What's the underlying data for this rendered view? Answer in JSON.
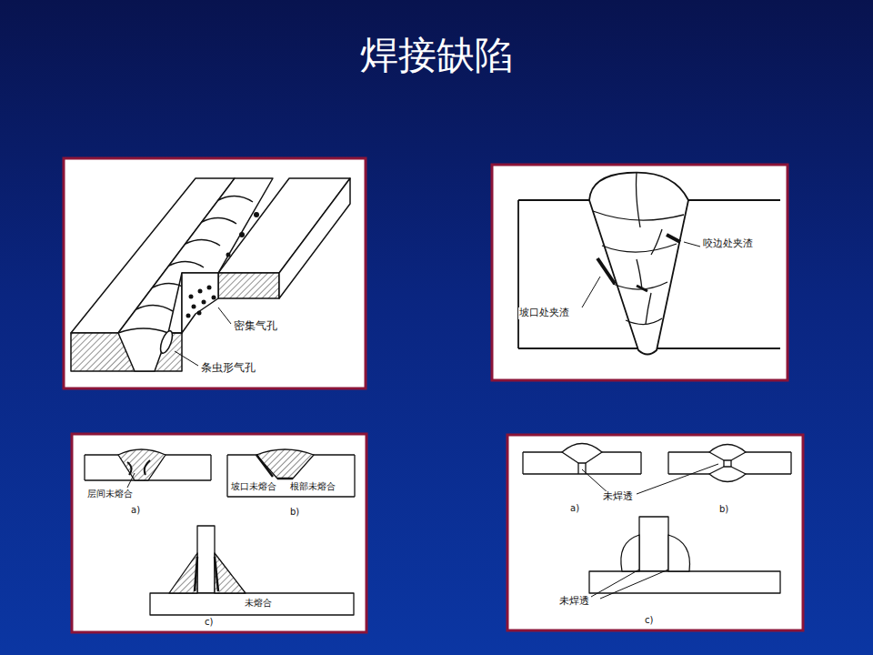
{
  "diagram": {
    "title": "焊接缺陷",
    "labels": [
      "密集气孔",
      "条虫形气孔",
      "咬边处夹渣",
      "坡口处夹渣",
      "层间未熔合",
      "a)",
      "坡口未熔合",
      "根部未熔合",
      "b)",
      "未熔合",
      "c)",
      "未焊透",
      "a)",
      "b)",
      "未焊透",
      "c)"
    ]
  }
}
